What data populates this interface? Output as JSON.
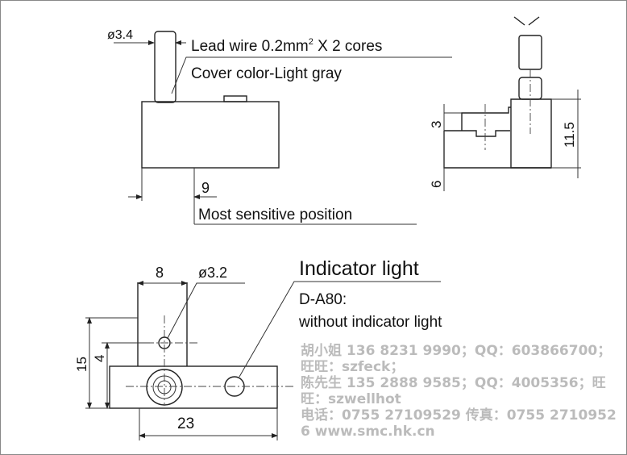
{
  "top_view": {
    "diameter_label": "ø3.4",
    "lead_wire_label": "Lead wire 0.2mm",
    "lead_wire_sup": "2",
    "lead_wire_suffix": " X 2 cores",
    "cover_color_label": "Cover color-Light gray",
    "dim_9": "9",
    "sensitive_label": "Most sensitive position"
  },
  "side_view": {
    "dim_3": "3",
    "dim_6": "6",
    "dim_11_5": "11.5"
  },
  "bottom_view": {
    "dim_8": "8",
    "diameter_label": "ø3.2",
    "dim_4": "4",
    "dim_15": "15",
    "dim_23": "23",
    "indicator_label": "Indicator light",
    "model_label": "D-A80:",
    "model_note": "without indicator light"
  },
  "watermark": [
    "胡小姐 136 8231 9990；QQ：603866700；旺旺：szfeck；",
    "陈先生 135 2888 9585；QQ：4005356；旺旺：szwellhot",
    "电话：0755 27109529 传真：0755 27109526 www.smc.hk.cn"
  ]
}
